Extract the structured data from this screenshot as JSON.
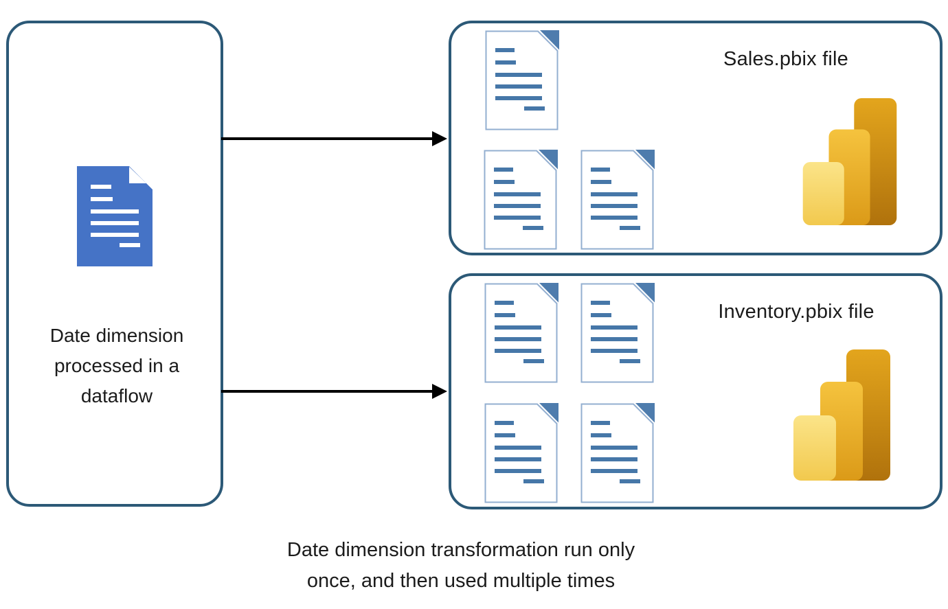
{
  "source_box": {
    "lines": [
      "Date dimension",
      "processed in a",
      "dataflow"
    ],
    "icon": "document-icon-blue"
  },
  "sales_box": {
    "title": "Sales.pbix file",
    "document_count": 3,
    "logo": "power-bi-logo"
  },
  "inventory_box": {
    "title": "Inventory.pbix file",
    "document_count": 4,
    "logo": "power-bi-logo"
  },
  "caption_lines": [
    "Date dimension transformation run only",
    "once, and then used multiple times"
  ],
  "colors": {
    "box_border": "#2C5977",
    "document_blue": "#4573C6",
    "document_line_blue": "#4677A8",
    "document_fold_blue": "#4E7CAD",
    "document_outline": "#93AFD0",
    "powerbi_gold_dark": "#B0720C",
    "powerbi_gold_mid": "#E8AC28",
    "powerbi_gold_light": "#F7D865",
    "arrow": "#000000",
    "text": "#1b1b1b"
  }
}
